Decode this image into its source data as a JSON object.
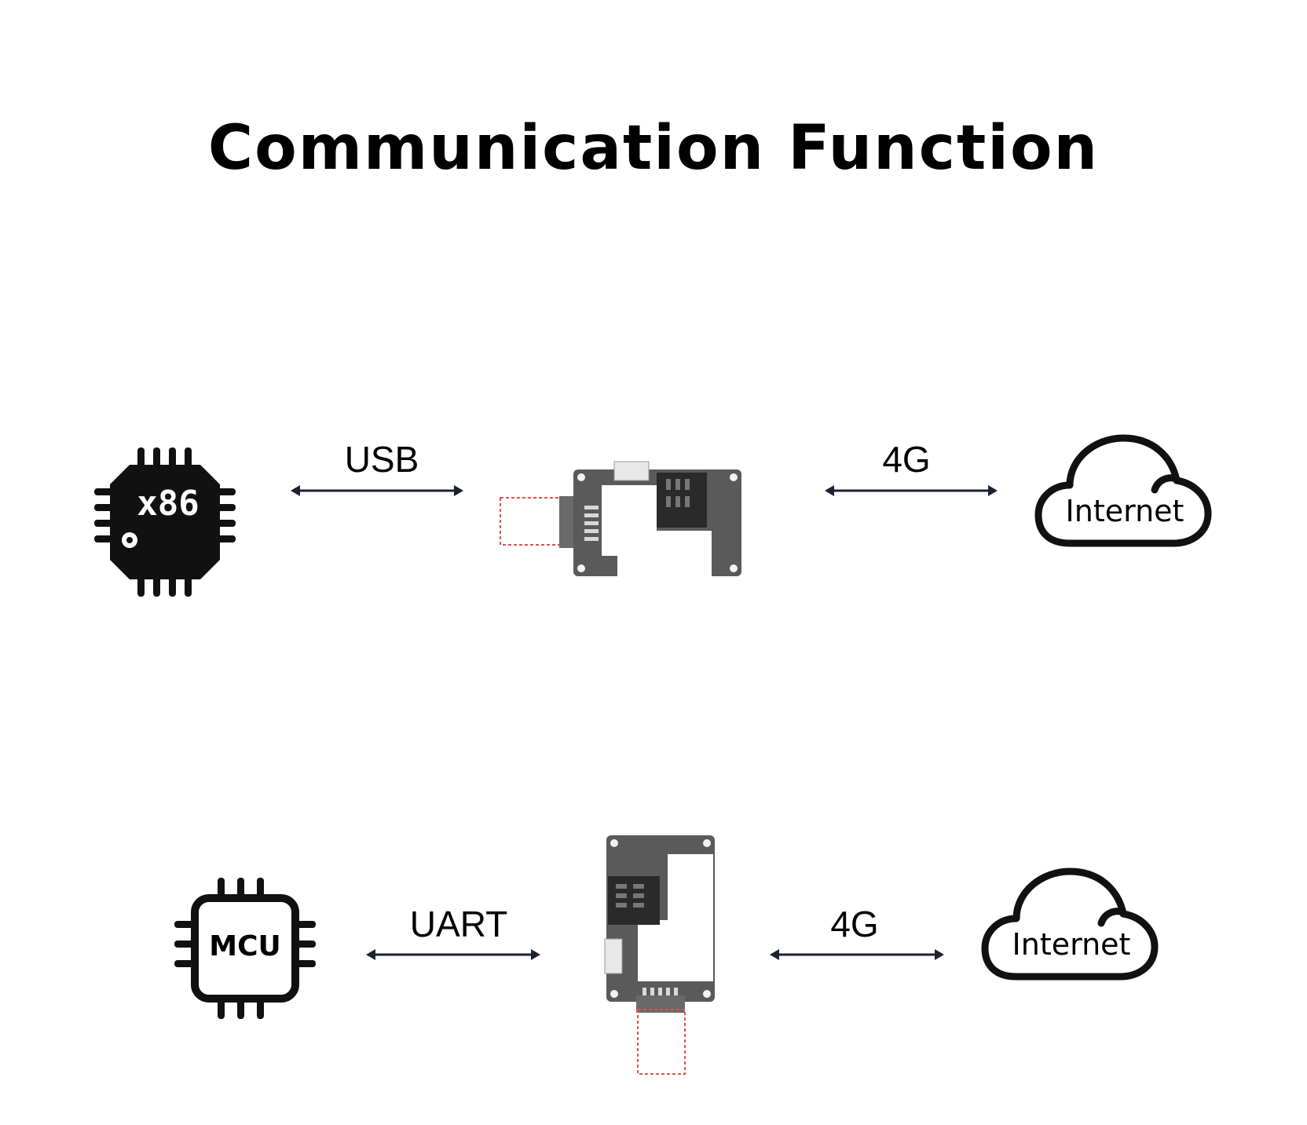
{
  "title": "Communication Function",
  "rows": [
    {
      "host_icon": "x86-chip-icon",
      "host_chip_text": "x86",
      "link_label": "USB",
      "module_icon": "4g-module-board-horizontal",
      "network_label": "4G",
      "cloud_icon": "cloud-icon",
      "cloud_text": "Internet"
    },
    {
      "host_icon": "mcu-chip-icon",
      "host_chip_text": "MCU",
      "link_label": "UART",
      "module_icon": "4g-module-board-vertical",
      "network_label": "4G",
      "cloud_icon": "cloud-icon",
      "cloud_text": "Internet"
    }
  ],
  "colors": {
    "arrow": "#1a2236",
    "board": "#5a5a5a",
    "dashed_outline": "#e05050",
    "icon": "#111111"
  }
}
